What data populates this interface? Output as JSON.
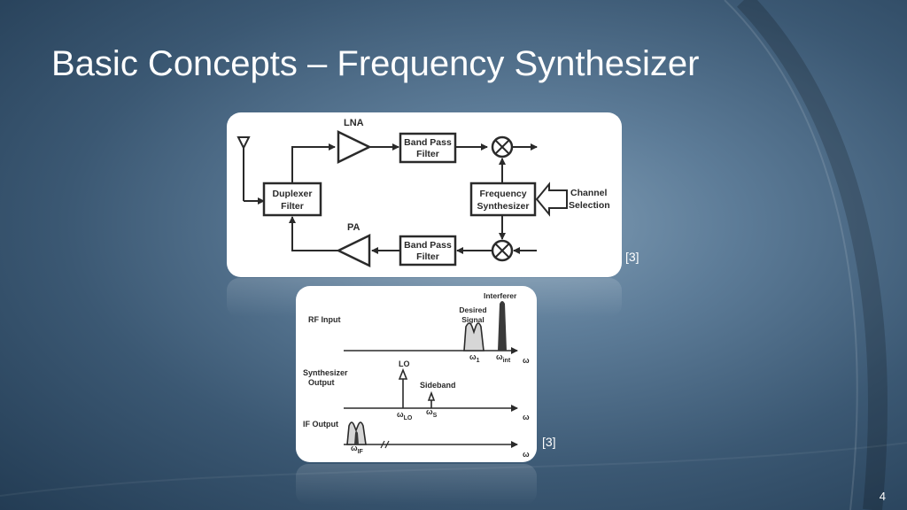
{
  "slide": {
    "title": "Basic Concepts – Frequency Synthesizer",
    "page_number": "4",
    "colors": {
      "background": "#3b5873",
      "title": "#ffffff",
      "panel": "#ffffff",
      "ink": "#2a2a2a"
    }
  },
  "diagram1": {
    "reference": "[3]",
    "lna_label": "LNA",
    "pa_label": "PA",
    "bpf_top_line1": "Band Pass",
    "bpf_top_line2": "Filter",
    "bpf_bottom_line1": "Band Pass",
    "bpf_bottom_line2": "Filter",
    "duplexer_line1": "Duplexer",
    "duplexer_line2": "Filter",
    "synth_line1": "Frequency",
    "synth_line2": "Synthesizer",
    "channel_line1": "Channel",
    "channel_line2": "Selection"
  },
  "diagram2": {
    "reference": "[3]",
    "rf_input_label": "RF Input",
    "interferer_label": "Interferer",
    "desired_line1": "Desired",
    "desired_line2": "Signal",
    "omega": "ω",
    "sub_1": "1",
    "sub_int": "int",
    "synth_out_line1": "Synthesizer",
    "synth_out_line2": "Output",
    "lo_label": "LO",
    "sideband_label": "Sideband",
    "sub_lo": "LO",
    "sub_s": "S",
    "if_output_label": "IF Output",
    "sub_if": "IF"
  }
}
